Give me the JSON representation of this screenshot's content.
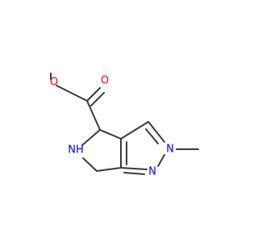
{
  "molecule": {
    "atoms": {
      "ester_oxygen": "O",
      "carbonyl_oxygen": "O",
      "ring_nh": "NH",
      "pyrazole_n1": "N",
      "pyrazole_n2": "N"
    }
  },
  "colors": {
    "oxygen": "#ff0000",
    "nitrogen": "#0000ff",
    "bond": "#3a3a3a",
    "background": "#ffffff"
  }
}
